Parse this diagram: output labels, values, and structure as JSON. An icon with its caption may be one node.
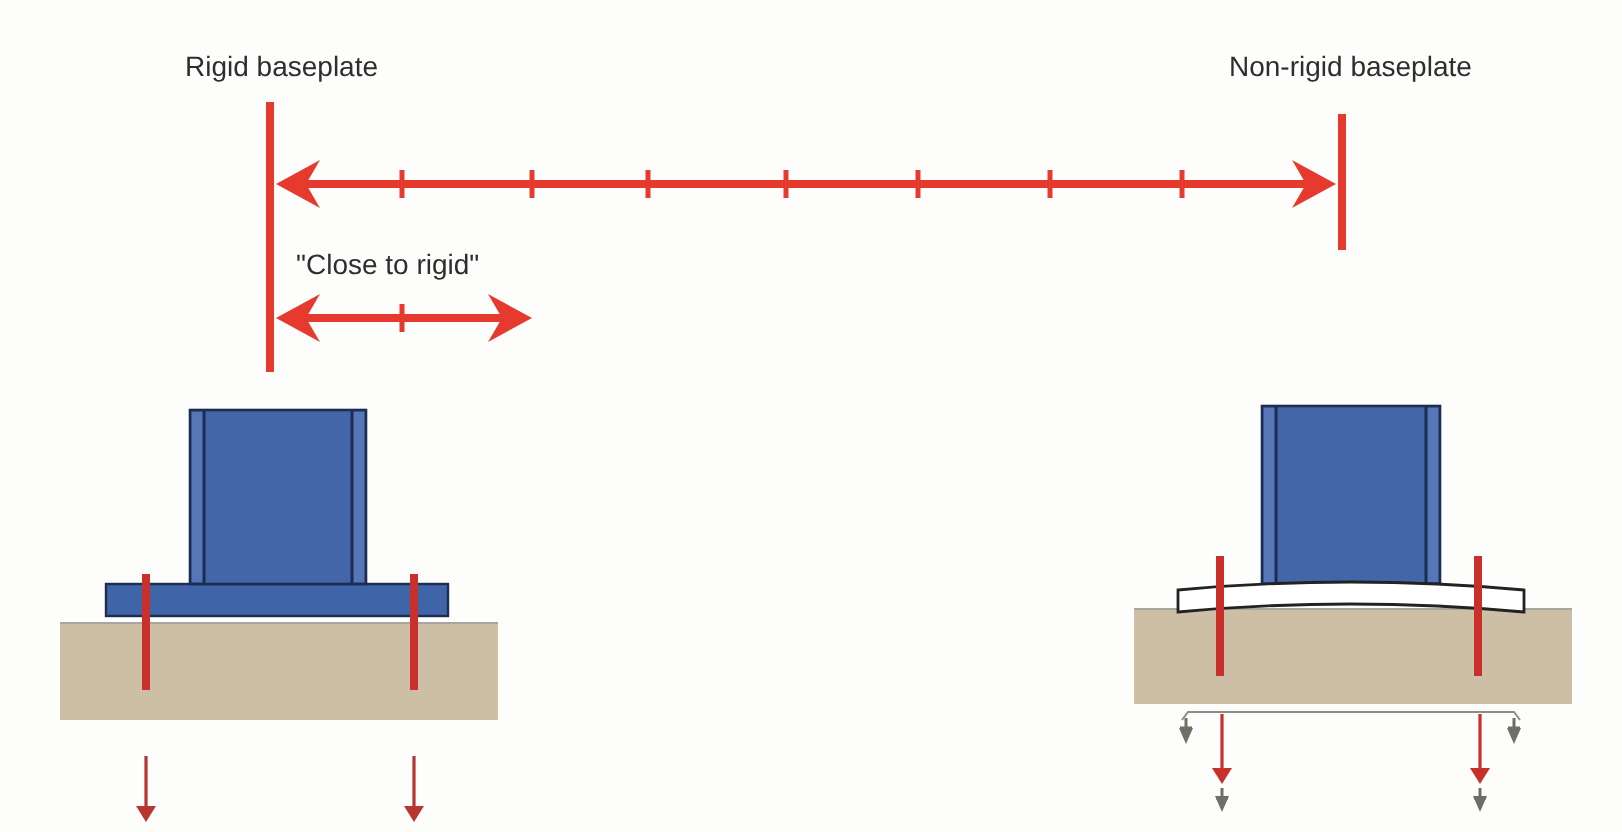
{
  "diagram": {
    "labels": [
      "Rigid baseplate",
      "Non-rigid baseplate",
      "\"Close to rigid\""
    ]
  }
}
